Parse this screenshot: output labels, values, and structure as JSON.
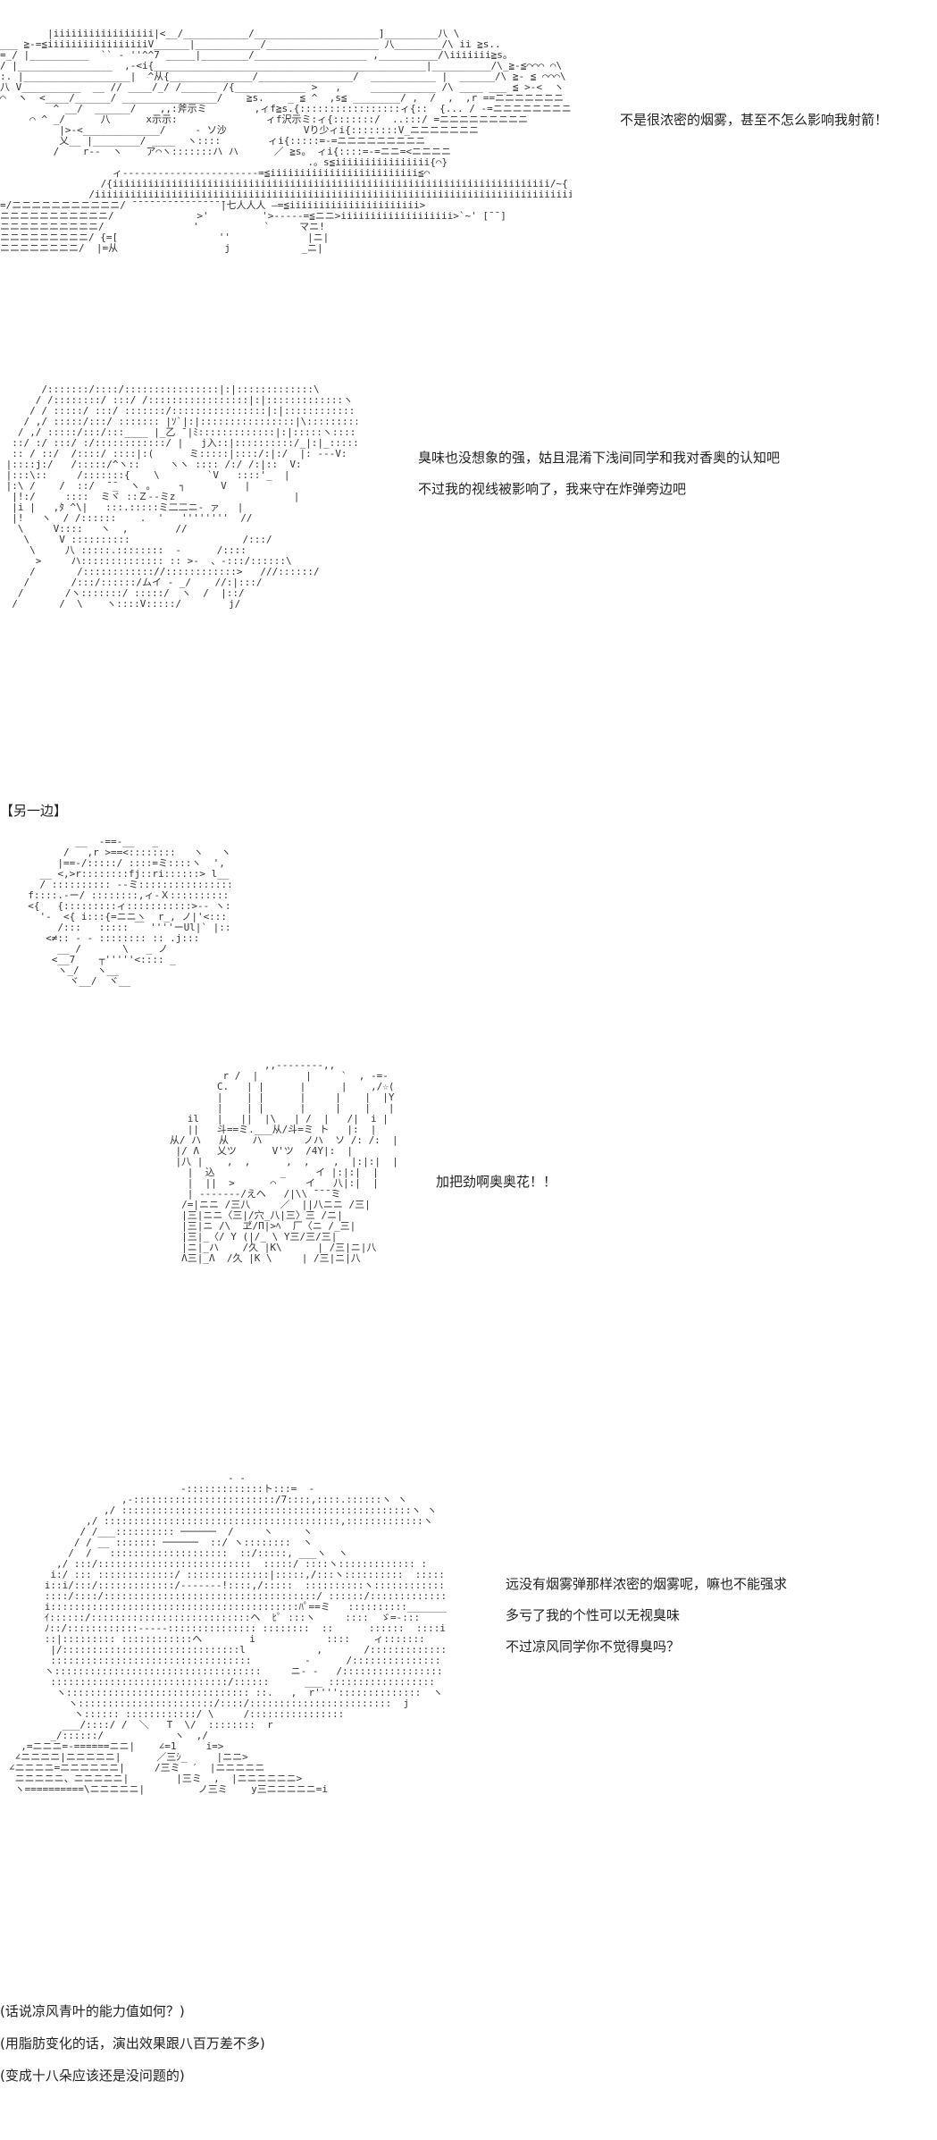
{
  "panels": [
    {
      "id": "rifle",
      "art": "        |iiiiiiiiiiiiiiiii|<__/___________/_____________________]_________八 \\\n___ ≧-=≦iiiiiiiiiiiiiiiiiV______|___________/___________________ 八________/\\ ii ≧s..\n=_/ |__________  `` - ''^^7 _____|________/___________________ ,__________/\\iiiiiii≧s。\n/ |________________  ,-<i{______________________________________________|__________/\\_≧-≦⌒⌒⌒ ⌒\\\n:. |__________________|  ^从{______________/________________/  ___________ |  ______/\\ ≧- ≦ ⌒⌒⌒\\   -=ニニニニ\n八 V__________  __ // ____/_/ /______ /{____________ >   ,     ___________ /\\ ____ ___ ≦ >-<  ヽ  -=ニニニニニ\n⌒  ヽ  <____/______/ ________________/    ≧s.    _ ≦ ^  ,s≦ ________/ ,  /  ,  ,r ==ニニニニニニニ\n         ^ __/  ______/    ,,:斧示ミ        ,ィf≧s.{:::::::::::::::::ィ{::  {... / -=ニニニニニニニニ\n     ⌒ ^ _/      八      x示示:               ィf沢示ミ:ィ{:::::::/  ..:::/ =ニニニニニニニニニ\n          |>-<_____________/     ‐ ソ沙             Vり少ィi{::::::::V_ニニニニニニニ\n          乂__ |________/ ____  ヽ::::        ィi{:::::=-=ニニニニニニニニニ\n         /    r-‐  ヽ    ア⌒ヽ:::::::ハ ハ      ／ ≧s。 ィi{::::=-=ニニ=<ニニニニ\n                                                    .。s≦iiiiiiiiiiiiiiii{⌒}\n                   ィ‐‐‐‐‐‐‐‐‐‐‐‐‐‐‐‐‐‐‐‐‐‐‐=≦iiiiiiiiiiiiiiiiiiiiiiiii≦⌒\n                 /{iiiiiiiiiiiiiiiiiiiiiiiiiiiiiiiiiiiiiiiiiiiiiiiiiiiiiiiiiiiiiiiiiiiiiiiiii/~{\n               /iiiiiiiiiiiiiiiiiiiiiiiiiiiiiiiiiiiiiiiiiiiiiiiiiiiiiiiiiiiiiiiiiiiiiiiiiiiiiiiii\\\n=/ニニニニニニニニニニニ/ ̄ ̄ ̄ ̄ ̄ ̄ ̄ ̄ ̄ ̄ ̄ ̄ ̄ ̄ ̄ ̄|七人人人 ―=≦iiiiiiiiiiiiiiiiiiiiii>\nニニニニニニニニニニニ/              >'         '>-----=≦ニニ>iiiiiiiiiiiiiiiiiii>`~' [¯¯]\nニニニニニニニニニニ/               '           `     マニ!\nニニニニニニニニニ/ {=[                 ''             |ニ|\nニニニニニニニニ/  |=从                  j            _ニ|",
      "lines": [
        "不是很浓密的烟雾，甚至不怎么影响我射箭！"
      ]
    },
    {
      "id": "portrait",
      "art": "       /:::::::/::::/::::::::::::::::|:|:::::::::::::\\\n      / /::::::::/ :::/ /:::::::::::::::::|:|:::::::::::::ヽ\n     / / :::::/ :::/ :::::::/::::::::::::::::|:|:::::::::::::::\\\n    / ,/ :::::/:::/ ::::::: |ｿ`|:|::::::::::::::::|\\:::::::::::::\\\n   / ,/ :::::/:::/:::____ |_乙 ̄ |ﾐ:::::::::::::|:|:::::ヽ::::::::\\\n  ::/ :/ :::/ :/::::::::::::/ |   j入::|::::::::::/_|:|_::::::::\\\n  :: / ::/  /::::/ ::::|:(      ミ:::::|::::/:|:/  |: ---V:\n |::::j:/   /:::::/^ヽ::     ヽヽ :::: /:/ /:|::  V:\n |:::\\::     /:::::::{    \\        `V   ::::'_  |\n |:\\ /    /  ::/  ̄ ̄_  ヽ 。    ┐      V   |\n  |!:/     ::::  ミヾ ::Ｚ--ミz                    |\n  |i |   ,ﾀ ^\\|   :::.:::::ミ二二ニ‐ ァ   |\n  |!   ヽ  / /::::::    .  '   ''''''''  //\n   \\     V::::   ヽ  ,        //\n    \\     V ::::::::::                   /:::/\n     \\     八 :::::.::::::::  -      /::::\n      >     ハ:::::::::::::: :: >-  、-:::/::::::\\\n     /       /:::::::::::://::::::::::::>   ///::::::/\n    /       /:::/::::::/ムイ ‐ _/    //:|:::/\n   /       /ヽ:::::::/ :::::/  ヽ  /  |::/\n  /       /  \\    ヽ::::V:::::/        j/",
      "lines": [
        "臭味也没想象的强，姑且混淆下浅间同学和我对香奥的认知吧",
        "不过我的视线被影响了，我来守在炸弹旁边吧"
      ]
    },
    {
      "id": "chibi",
      "art": "          __  -==-__   _\n        /   ,r >==<::::::::   ヽ   ヽ\n       |==-/:::::/ ::::=ミ::::ヽ  ',  |:!\n    __ <,>r::::::::fj::ri::::::> l__ノ|\n    / :::::::::: -‐ミ:::::::::::::::::::ノ:::::\\\n  f::::.-ー/ ::::::::,ィ-Ｘ:::::::::::::::,ﾍ\\\n  <{   {:::::::::ィ:::::::::::>-- ヽ::::::::::ｲ\n    '-  <{ i:::{=ニニヽ  r_, ノ|'<:::\n       /:::   ::::: ￣ ''''ーUl|` |::j::ﾉ::j\n     <≠:: ‐ ‐ :::::::: :: .j:::\n       __ /       \\   _ ノ\n      <__7    ┬'''''<:::: _\n       ヽ_/   ヽ__\n         ヾ__/  ヾ__",
      "lines": []
    },
    {
      "id": "girl-shrine",
      "art": "                   ,,--‐‐‐‐--,,\n            r /  |        |     `  , -=-\n           C.   | |      |      |    ,/☆(\n           |    | |      |     |    |  |Y\n           |    | |      |     |    |   |\n      il   |   ||  |\\   | /  |   /|  i |\n      ||   斗==ミ.___从/斗=ミ ト   |:  |\n   从/ ハ   从    ハ       ノハ  ソ /: /:  |\n    |/ Λ   乂ツ      V'ツ  /4Y|:  |\n    |八 |    ,  ,      ,  ,    ,  |:|:|  |\n      |  込           _     イ |:|:|  |\n      |  ||  >      ⌒     イ   八|:|  |\n      | -------/えヘ   /|\\\\ ̄ ̄ ̄ ̄ミ\n     /=|ニニ /三八     ／  ||八ニニ /三|\n     |三|ニニ〈三|/穴_八|三〉三 /ニ|\n     |三|ニ /\\  ヹ/Π|>ﾍ  厂〈ニ /_三|\n     |三|_〈/ Y (|/_ \\ Y三/三/三|\n     |ニ|_ハ    /久 |K\\      | /三|ニ|八\n     Λ三|_Λ  /久 |K \\     | /三|ニ|八",
      "lines": [
        "加把劲啊奥奥花！！"
      ]
    },
    {
      "id": "long-hair",
      "art": "                                     ‐ ‐\n                             -:::::::::::::ト:::=  -\n                   ,-::::::::::::::::::::::::/7::::,::::.::::::ヽ ヽ\n                ,/ :::::::::::::::::::::::::::::::::::::::::::::::::ヽ ヽ\n             ,/ ::::::::::::::::::::::::::::::::::::::::,:::::::::::::ヽ  ヽ\n            / /___:::::::::: ──────  /     ヽ     ヽ\n           / / __ ::::::: ──────  ::/ ヽ::::::::  ヽ\n          /  /   ::::::::::::::::::::  ::/:::::, ___ヽ  ヽ\n        ,/ :::/::::::::::::::::::::::::::  :::::/ ::::ヽ::::::::::::: :\n       i:/ ::: :::::::::::::/ ::::::::::::::|:::::,/:::ヽ::::::::::  ::::::::::::\n      i::i/:::/:::::::::::::/-------!::::,/:::::  ::::::::::ヽ:::::::::::::::\n      ::::/::::/::::::::::::::::::::::::::::::::::::/ ::::::/::::::::::::: ::::::::::::::\n      i::::::::::::::::::::::::::::::::::::::::::ﾊﾟ==ミ   ::::::::::__________::::::\n      ｲ::::::/:::::::::::::::::::::::::::ヘ  ﾋﾟ :::ヽ     ::::  ゞ=-:::\n      ﾉ::/::::::::::::-----::::::::::::::: ::::::::  ::      ::::::  ::::i:::::\n      ::|::::::::: ::::::::::::ヘ        i            ::::    ィ:::::::\n       |/::::::::::::::::::::::::::::::l            ,       /::::::::::::::\n       ::::::::::::::::::::::::::::::::::         -      /:::::::::::::::\n      ヽ:::::::::::::::::::::::::::::::::::     ニ‐ ‐   /:::::::::::::::::\n       ::::::::::::::::::::::::::::::/::::::      ___ ::::::::::::::::::\n        ヽ::::::::::::::::::::::::::::::: ::.   ,  r''''::::::::::::::  ヽ\n          ヽ:::::::::::::::::::::::/::::/::::::::::::::::::::::::  j\n           ヽ:::::: ::::::::::::/ \\     /::::::::::::::::\n         ___/::::/ /  ＼   T  \\/  ::::::::  r\n       _/::::::/            ヽ  ,/\n  ,=ニニニ=-======ニニ|    ∠=1     i=>\n ∠ニニニニ|ニニニニニ|      ／三ｼ_     |ニニ>\n∠ニニニニ=ニニニニニニ|     /三ミ  ′  |ニニニニニ\n ニニニニニ、ニニニニニ|        |三ミ  ,  |ニニニニニニ>\n ヽ==========\\ニニニニニ|         ノ三ミ    y三ニニニニニ=i",
      "lines": [
        "远没有烟雾弹那样浓密的烟雾呢，嘛也不能强求",
        "多亏了我的个性可以无视臭味",
        "不过凉风同学你不觉得臭吗？"
      ]
    }
  ],
  "section_label": "【另一边】",
  "notes": [
    "(话说凉风青叶的能力值如何？)",
    "(用脂肪变化的话，演出效果跟八百万差不多)",
    "(变成十八朵应该还是没问题的)"
  ]
}
